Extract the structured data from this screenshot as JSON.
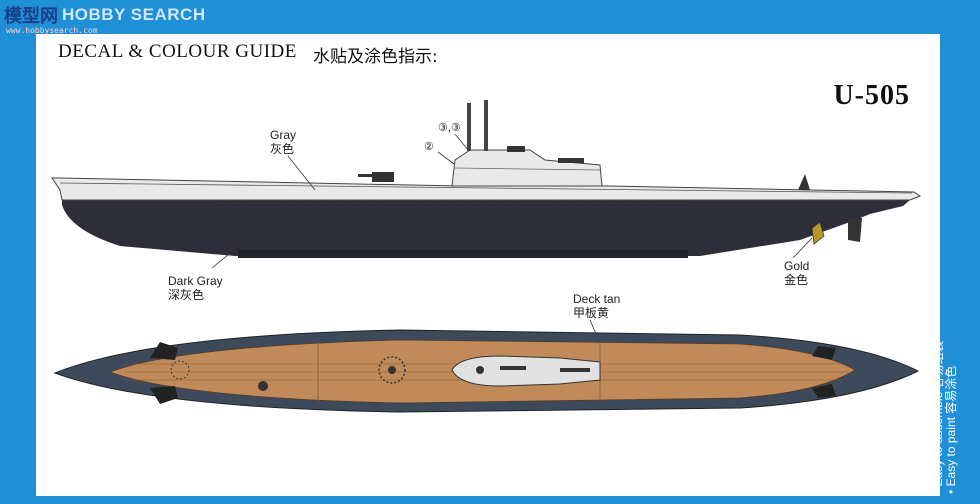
{
  "watermark": {
    "logo": "模型网",
    "brand": "HOBBY SEARCH",
    "url": "www.hobbysearch.com"
  },
  "header": {
    "title_en": "DECAL & COLOUR GUIDE",
    "title_cn": "水贴及涂色指示:"
  },
  "model_name": "U-505",
  "callouts": {
    "gray": {
      "en": "Gray",
      "cn": "灰色"
    },
    "dark_gray": {
      "en": "Dark Gray",
      "cn": "深灰色"
    },
    "gold": {
      "en": "Gold",
      "cn": "金色"
    },
    "deck_tan": {
      "en": "Deck tan",
      "cn": "甲板黄"
    }
  },
  "decal_markers": [
    "③,③",
    "②"
  ],
  "side_notes": [
    "• Easy to assemble 容易组装",
    "• Easy to paint 容易涂色"
  ],
  "colors": {
    "background_blue": "#1f8fd6",
    "hull_gray": "#e8e8e8",
    "dark_gray": "#2e2e3a",
    "deck_tan": "#c08a5a",
    "gold": "#b8952a"
  }
}
